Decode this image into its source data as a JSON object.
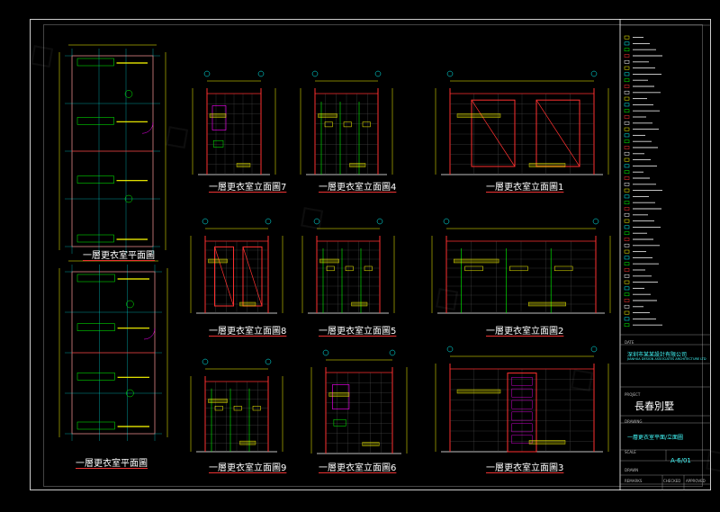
{
  "drawing": {
    "plan_labels": [
      "一層更衣室平面圖",
      "一層更衣室平面圖"
    ],
    "elevation_labels": [
      "一層更衣室立面圖7",
      "一層更衣室立面圖4",
      "一層更衣室立面圖1",
      "一層更衣室立面圖8",
      "一層更衣室立面圖5",
      "一層更衣室立面圖2",
      "一層更衣室立面圖9",
      "一層更衣室立面圖6",
      "一層更衣室立面圖3"
    ]
  },
  "title_block": {
    "company_cn": "深圳市某某設計有限公司",
    "company_en": "JIANHUA DESIGN ASSOCIATES ARCHITECTURE LTD",
    "project_label": "PROJECT",
    "project_name": "長春別墅",
    "drawing_label": "DRAWING",
    "drawing_title": "一層更衣室平面/立面圖",
    "sheet_no": "A-6/01",
    "small_labels": [
      "DATE",
      "SCALE",
      "DRAWN",
      "CHECKED",
      "APPROVED",
      "REMARKS"
    ]
  },
  "colors": {
    "background": "#000000",
    "frame": "#ffffff",
    "wall": "#ff3030",
    "dimension": "#ffff00",
    "grid": "#00ffff",
    "fixture": "#00ff00",
    "accent": "#ff00ff"
  }
}
